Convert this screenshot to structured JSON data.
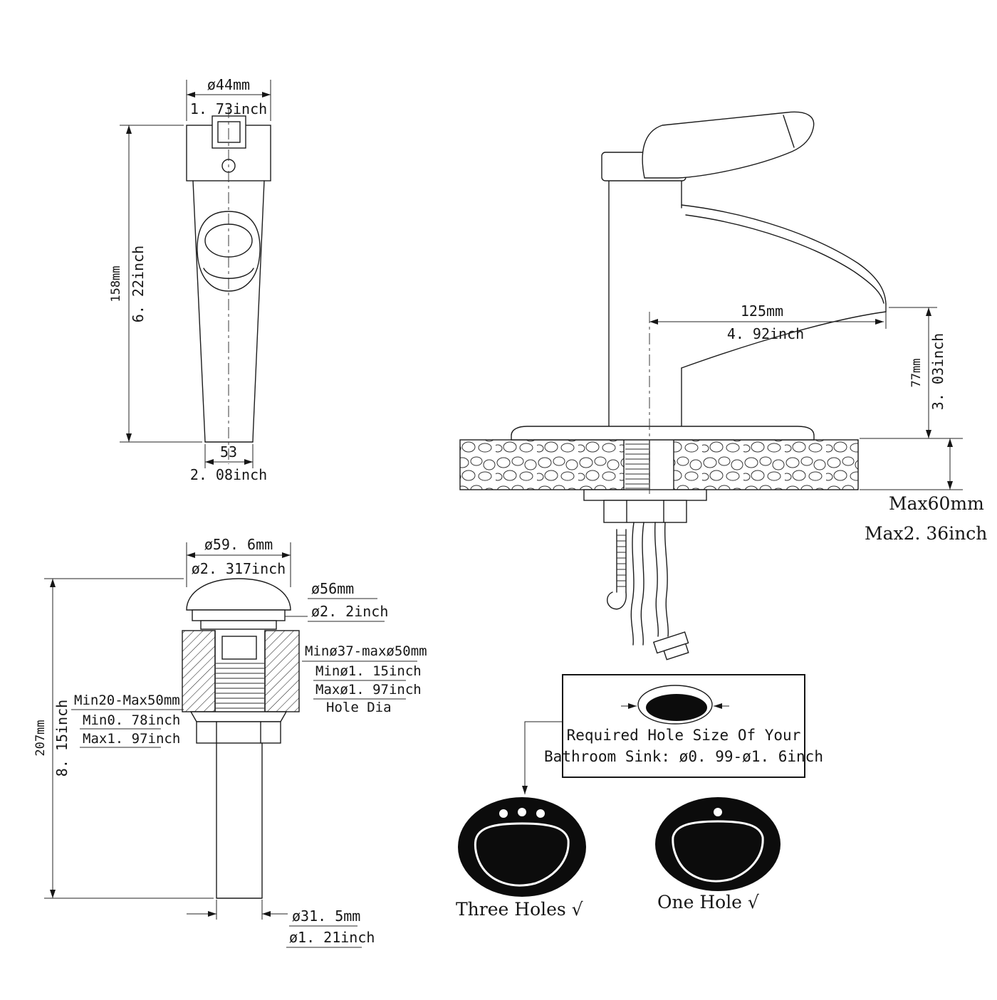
{
  "front_view": {
    "top_dia_mm": "ø44mm",
    "top_dia_in": "1. 73inch",
    "height_mm": "158mm",
    "height_in": "6. 22inch",
    "base_width_mm": "53",
    "base_width_in": "2. 08inch"
  },
  "side_view": {
    "spout_reach_mm": "125mm",
    "spout_reach_in": "4. 92inch",
    "spout_height_mm": "77mm",
    "spout_height_in": "3. 03inch",
    "counter_max_mm": "Max60mm",
    "counter_max_in": "Max2. 36inch"
  },
  "drain": {
    "cap_dia_mm": "ø59. 6mm",
    "cap_dia_in": "ø2. 317inch",
    "flange_dia_mm": "ø56mm",
    "flange_dia_in": "ø2. 2inch",
    "total_height_mm": "207mm",
    "total_height_in": "8. 15inch",
    "counter_range_mm": "Min20-Max50mm",
    "counter_min_in": "Min0. 78inch",
    "counter_max_in": "Max1. 97inch",
    "hole_range_mm": "Minø37-maxø50mm",
    "hole_min_in": "Minø1. 15inch",
    "hole_max_in": "Maxø1. 97inch",
    "hole_caption": "Hole Dia",
    "tail_dia_mm": "ø31. 5mm",
    "tail_dia_in": "ø1. 21inch"
  },
  "hole_requirement": {
    "line1": "Required Hole Size Of Your",
    "line2": "Bathroom Sink: ø0. 99-ø1. 6inch",
    "three_holes_label": "Three Holes √",
    "one_hole_label": "One Hole √"
  }
}
